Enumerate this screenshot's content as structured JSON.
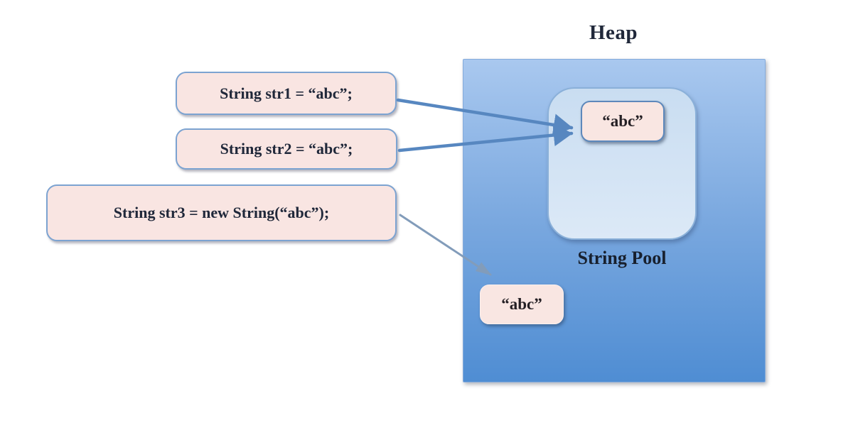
{
  "diagram": {
    "heap_label": "Heap",
    "string_pool_label": "String Pool",
    "statements": [
      {
        "id": "str1",
        "code": "String str1 = “abc”;"
      },
      {
        "id": "str2",
        "code": "String str2 = “abc”;"
      },
      {
        "id": "str3",
        "code": "String str3 = new String(“abc”);"
      }
    ],
    "pool_value": "“abc”",
    "heap_value": "“abc”",
    "arrows": [
      {
        "from": "str1",
        "to": "pool-string-literal"
      },
      {
        "from": "str2",
        "to": "pool-string-literal"
      },
      {
        "from": "str3",
        "to": "heap-string-literal"
      }
    ]
  },
  "colors": {
    "heap_top": "#a9c8ef",
    "heap_mid": "#7aa8df",
    "heap_bottom": "#4f8dd3",
    "pool_border": "#8ab0d9",
    "value_box_fill": "#f9e6e2",
    "statement_box_fill": "#f9e5e2",
    "box_border": "#7ca3d1",
    "arrow": "#5787c0",
    "arrow_secondary": "#829cba",
    "text": "#20283a"
  }
}
